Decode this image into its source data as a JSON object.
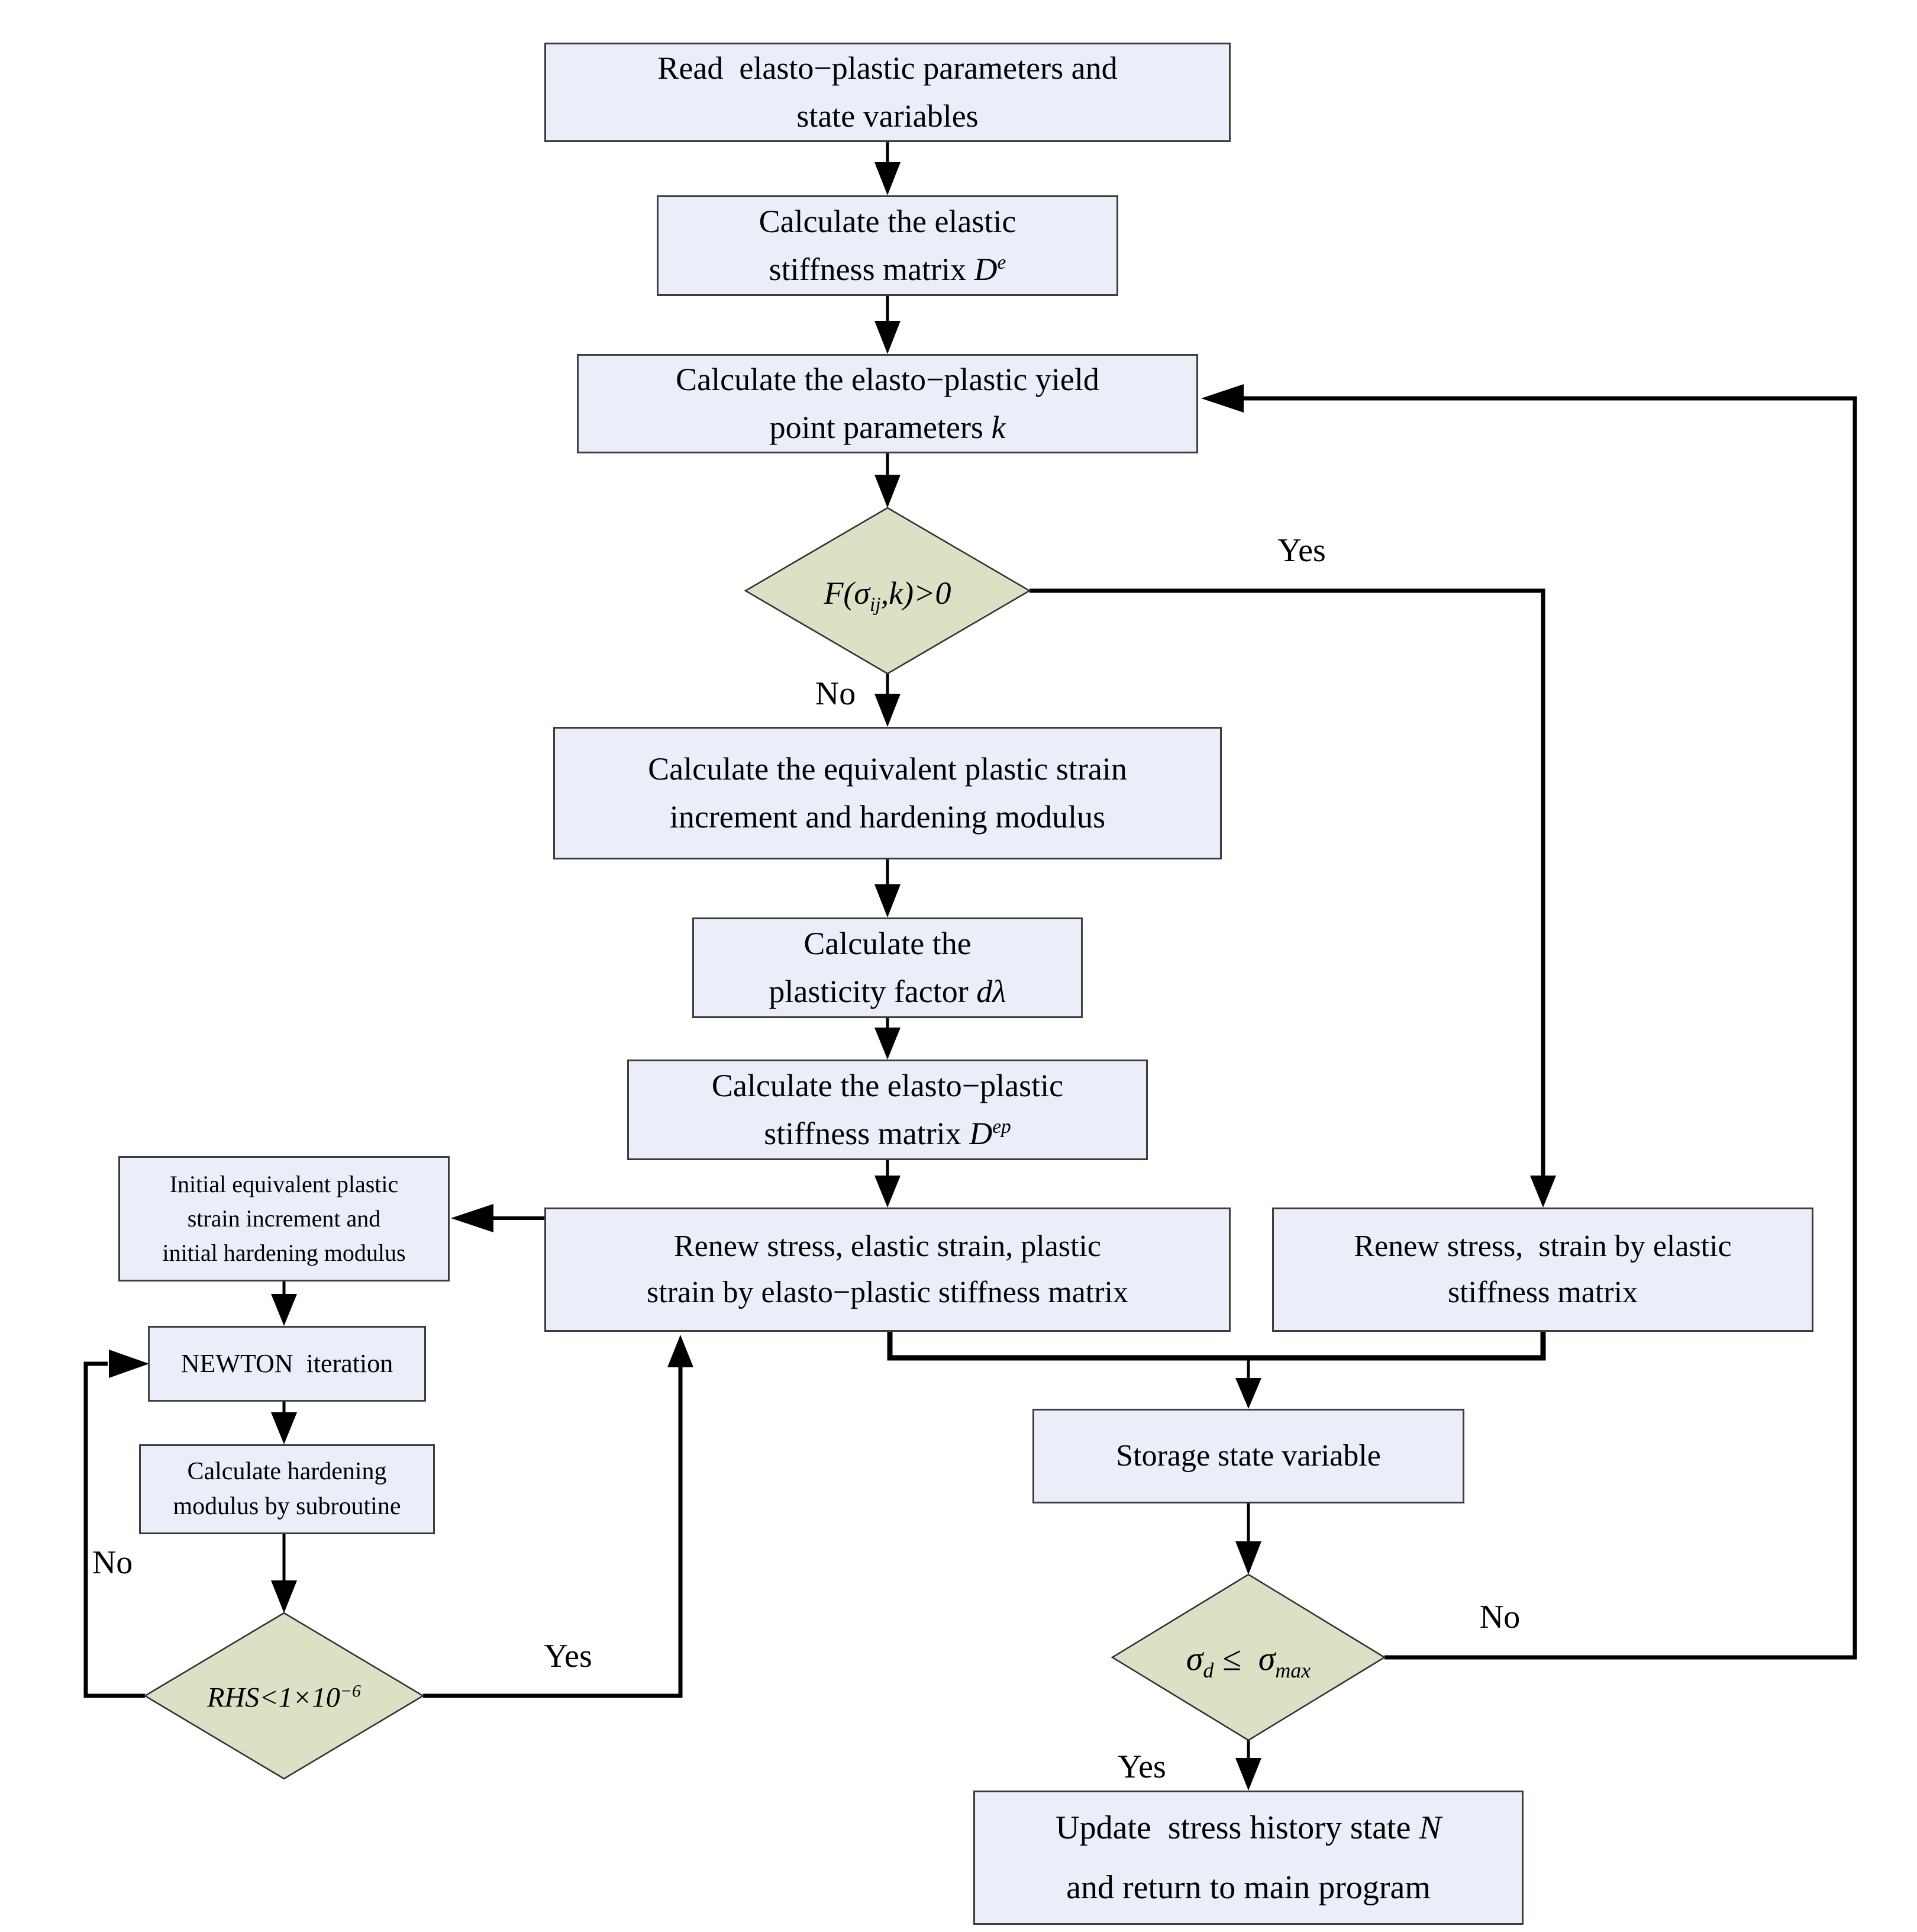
{
  "colors": {
    "process_fill": "#e9eef8",
    "process_border": "#3d3d3d",
    "decision_fill": "#dce0c4",
    "line": "#000000",
    "background": "#ffffff"
  },
  "nodes": {
    "read": {
      "line1": "Read  elasto−plastic parameters and",
      "line2": "state variables"
    },
    "elastic_matrix": {
      "line1": "Calculate the elastic",
      "line2_prefix": "stiffness matrix ",
      "variable": "D",
      "superscript": "e"
    },
    "yield_point": {
      "line1": "Calculate the elasto−plastic yield",
      "line2_prefix": "point parameters ",
      "variable": "k"
    },
    "f_decision": {
      "prefix": "F(σ",
      "subscript": "ij",
      "suffix": ",k)>0"
    },
    "eq_plastic_strain": {
      "line1": "Calculate the equivalent plastic strain",
      "line2": "increment and hardening modulus"
    },
    "plasticity_factor": {
      "line1": "Calculate the",
      "line2_prefix": "plasticity factor ",
      "variable": "dλ"
    },
    "ep_matrix": {
      "line1": "Calculate the elasto−plastic",
      "line2_prefix": "stiffness matrix ",
      "variable": "D",
      "superscript": "ep"
    },
    "renew_ep": {
      "line1": "Renew stress, elastic strain, plastic",
      "line2": "strain by elasto−plastic stiffness matrix"
    },
    "renew_elastic": {
      "line1": "Renew stress,  strain by elastic",
      "line2": "stiffness matrix"
    },
    "initial_values": {
      "line1": "Initial equivalent plastic",
      "line2": "strain increment and",
      "line3": "initial hardening modulus"
    },
    "newton": {
      "line1": "NEWTON  iteration"
    },
    "hardening_subroutine": {
      "line1": "Calculate hardening",
      "line2": "modulus by subroutine"
    },
    "rhs_decision": {
      "prefix": "RHS<1×10",
      "superscript": "−6"
    },
    "sigma_decision": {
      "sigma": "σ",
      "subscript1": "d",
      "operator": " ≤  ",
      "subscript2": "max"
    },
    "storage": {
      "line1": "Storage state variable"
    },
    "update": {
      "line1_prefix": "Update  stress history state ",
      "variable": "N",
      "line2": "and return to main program"
    }
  },
  "labels": {
    "f_yes": "Yes",
    "f_no": "No",
    "rhs_yes": "Yes",
    "rhs_no": "No",
    "sigma_yes": "Yes",
    "sigma_no": "No"
  }
}
